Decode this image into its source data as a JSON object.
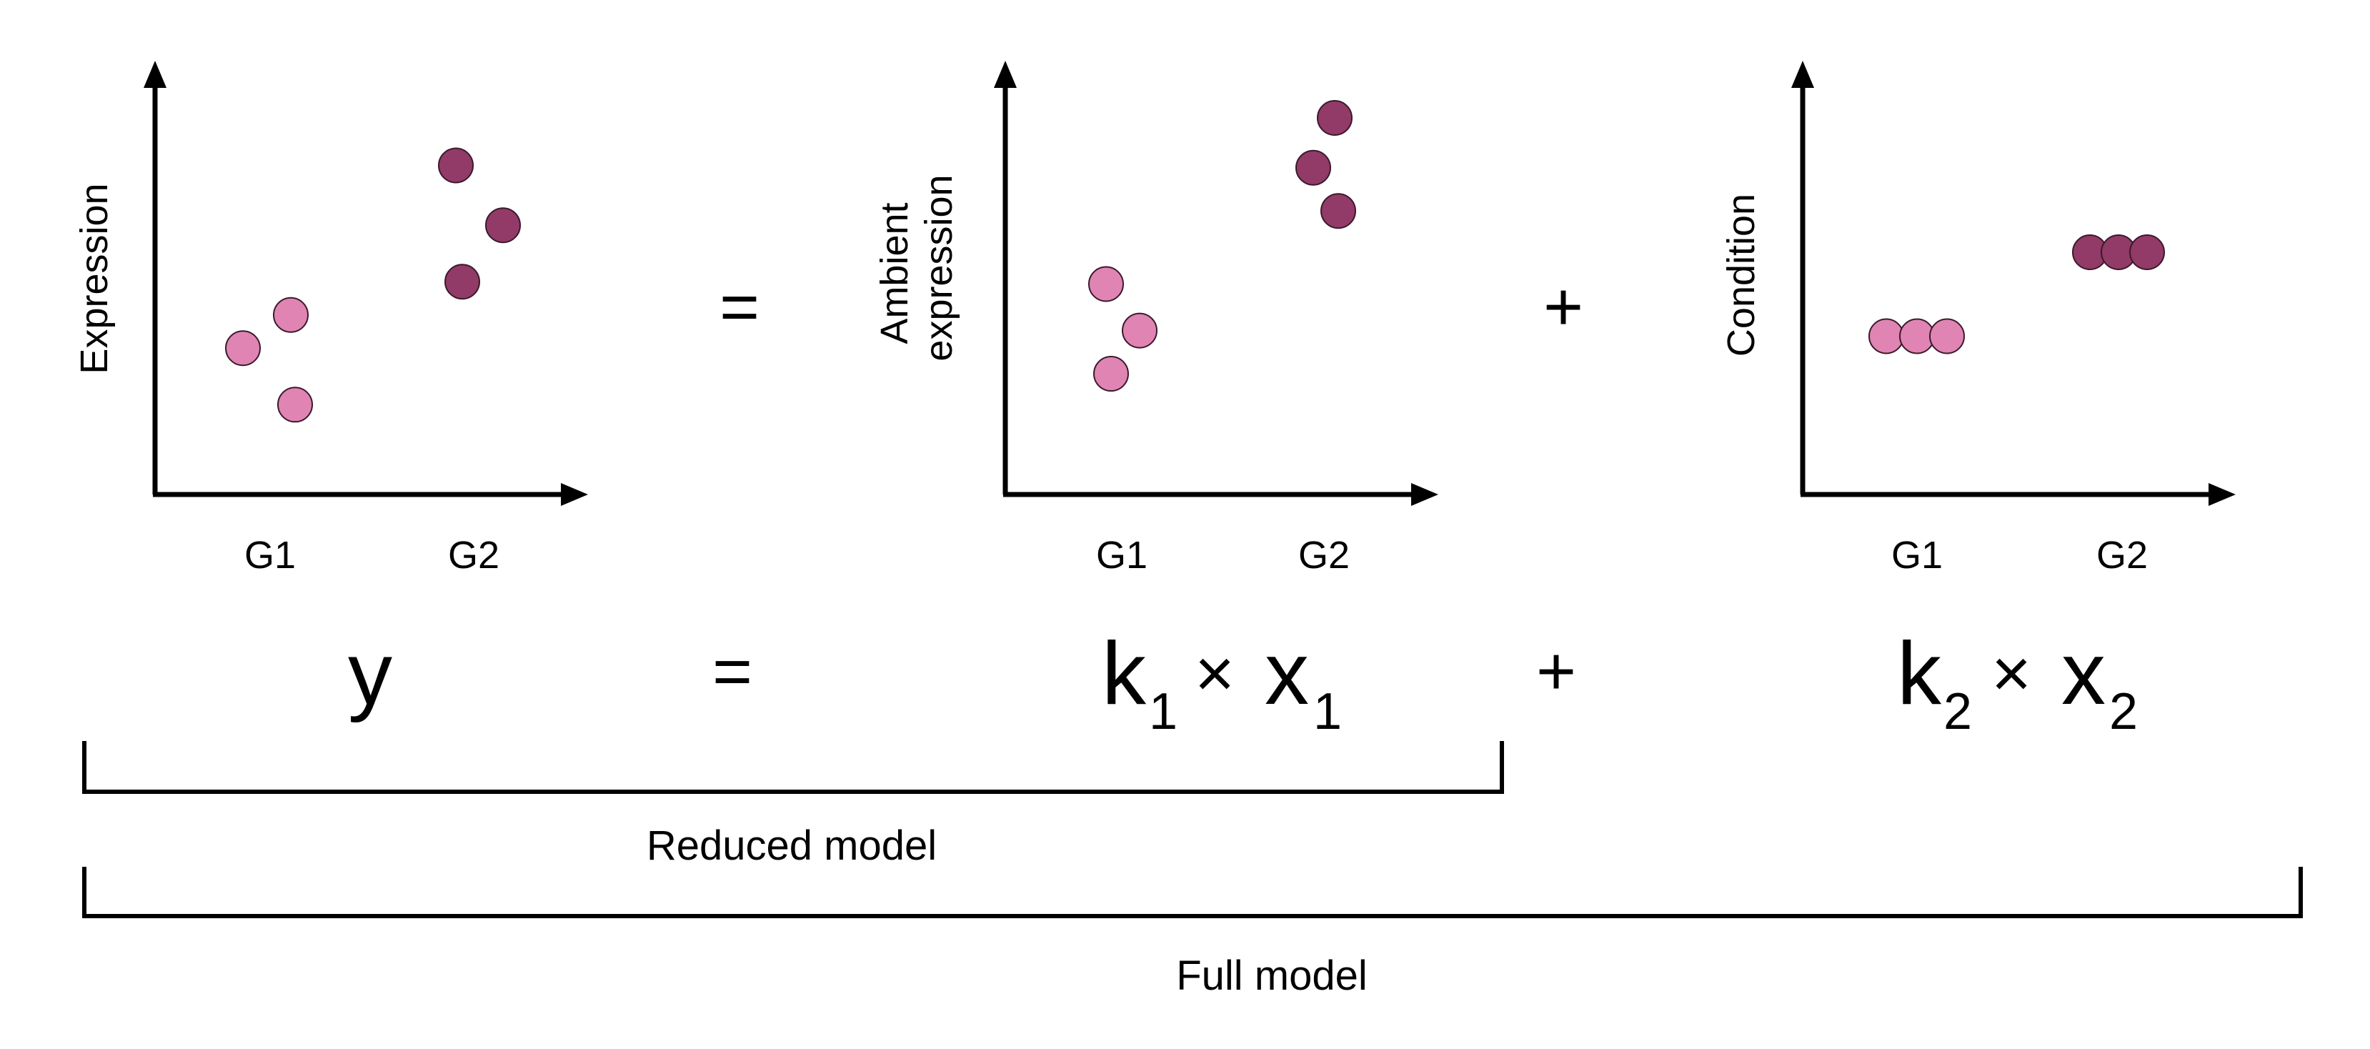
{
  "colors": {
    "light": "#e084b4",
    "dark": "#923a68",
    "axis": "#000000"
  },
  "panels": [
    {
      "ylabel": [
        "Expression"
      ],
      "categories": [
        "G1",
        "G2"
      ],
      "points": [
        {
          "g": "G1",
          "v": 0.35
        },
        {
          "g": "G1",
          "v": 0.45
        },
        {
          "g": "G1",
          "v": 0.18
        },
        {
          "g": "G2",
          "v": 0.9
        },
        {
          "g": "G2",
          "v": 0.72
        },
        {
          "g": "G2",
          "v": 0.55
        }
      ]
    },
    {
      "ylabel": [
        "Ambient",
        "expression"
      ],
      "categories": [
        "G1",
        "G2"
      ],
      "points": [
        {
          "g": "G1",
          "v": 0.5
        },
        {
          "g": "G1",
          "v": 0.36
        },
        {
          "g": "G1",
          "v": 0.23
        },
        {
          "g": "G2",
          "v": 1.0
        },
        {
          "g": "G2",
          "v": 0.85
        },
        {
          "g": "G2",
          "v": 0.72
        }
      ]
    },
    {
      "ylabel": [
        "Condition"
      ],
      "categories": [
        "G1",
        "G2"
      ],
      "points": [
        {
          "g": "G1",
          "v": 0.35
        },
        {
          "g": "G1",
          "v": 0.35
        },
        {
          "g": "G1",
          "v": 0.35
        },
        {
          "g": "G2",
          "v": 0.6
        },
        {
          "g": "G2",
          "v": 0.6
        },
        {
          "g": "G2",
          "v": 0.6
        }
      ]
    }
  ],
  "operators": {
    "top_eq": "=",
    "top_plus": "+",
    "bottom_eq": "=",
    "bottom_plus": "+"
  },
  "equation": {
    "y": "y",
    "term1": {
      "k": "k",
      "k_sub": "1",
      "times": "×",
      "x": "x",
      "x_sub": "1"
    },
    "term2": {
      "k": "k",
      "k_sub": "2",
      "times": "×",
      "x": "x",
      "x_sub": "2"
    }
  },
  "brackets": {
    "reduced": "Reduced model",
    "full": "Full model"
  }
}
